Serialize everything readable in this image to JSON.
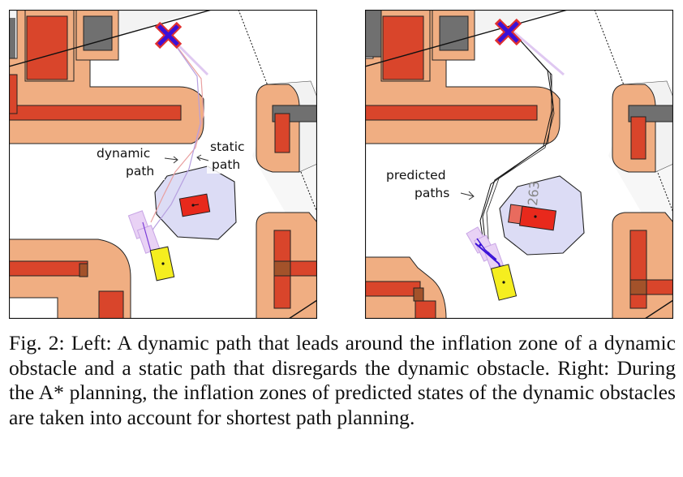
{
  "figure": {
    "left_panel": {
      "labels": {
        "dynamic_line1": "dynamic",
        "dynamic_line2": "path",
        "static_line1": "static",
        "static_line2": "path"
      }
    },
    "right_panel": {
      "labels": {
        "predicted_line1": "predicted",
        "predicted_line2": "paths",
        "obstacle_id": "263"
      }
    },
    "caption": "Fig. 2: Left: A dynamic path that leads around the inflation zone of a dynamic obstacle and a static path that disregards the dynamic obstacle. Right: During the A* planning, the inflation zones of predicted states of the dynamic obstacles are taken into account for shortest path planning."
  },
  "colors": {
    "inflation": "#f0ae82",
    "obstacle": "#d9452b",
    "static_gray": "#707070",
    "dynamic_zone": "#dcdcf5",
    "vehicle": "#f5ee1f",
    "goal": "#e03030",
    "goal_cross": "#3a10d8"
  }
}
